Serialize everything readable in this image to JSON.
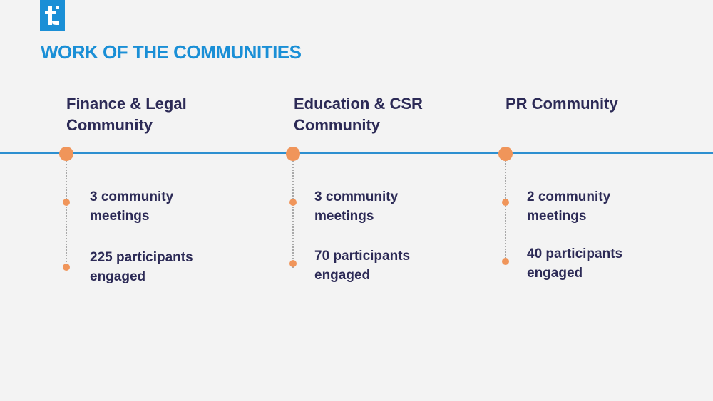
{
  "header": {
    "logo_icon": "brand-logo-icon",
    "title": "WORK OF THE COMMUNITIES"
  },
  "colors": {
    "accent": "#1a8fd6",
    "dot": "#f0955a",
    "text": "#2c2a56",
    "background": "#f3f3f3"
  },
  "communities": [
    {
      "heading": "Finance & Legal Community",
      "stats": [
        "3 community meetings",
        "225 participants engaged"
      ]
    },
    {
      "heading": "Education & CSR Community",
      "stats": [
        "3 community meetings",
        "70 participants engaged"
      ]
    },
    {
      "heading": "PR Community",
      "stats": [
        "2 community meetings",
        "40 participants engaged"
      ]
    }
  ]
}
